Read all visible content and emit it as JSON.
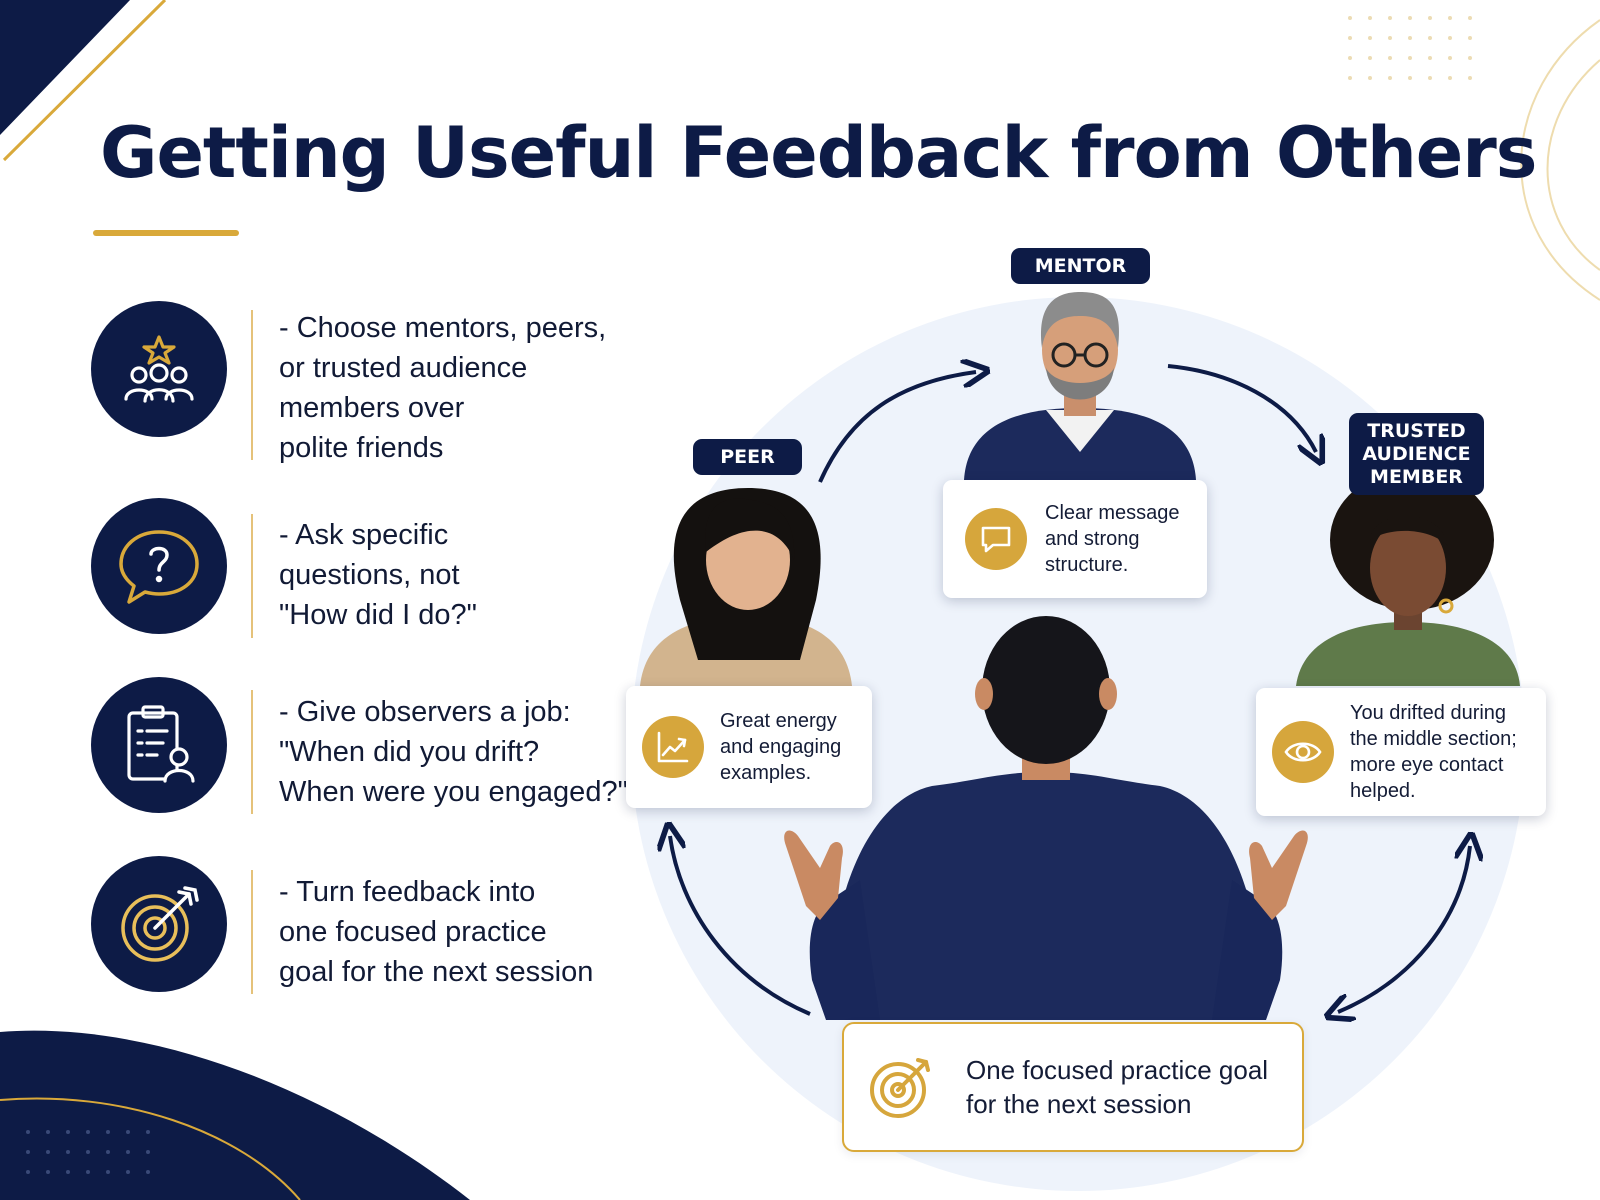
{
  "title": "Getting Useful Feedback from Others",
  "colors": {
    "navy": "#0d1b46",
    "gold": "#d9a93a",
    "circle_bg": "#eef3fb",
    "white": "#ffffff"
  },
  "tips": [
    {
      "icon": "group-star-icon",
      "text": "- Choose mentors, peers,\n  or trusted audience\n  members over\n  polite friends"
    },
    {
      "icon": "question-bubble-icon",
      "text": "- Ask specific\n  questions, not\n  \"How did I do?\""
    },
    {
      "icon": "clipboard-person-icon",
      "text": "- Give observers a job:\n  \"When did you drift?\n  When were you engaged?\""
    },
    {
      "icon": "target-arrow-icon",
      "text": "- Turn feedback into\n  one focused practice\n  goal for the next session"
    }
  ],
  "diagram": {
    "roles": {
      "mentor": "MENTOR",
      "peer": "PEER",
      "audience": "TRUSTED\nAUDIENCE\nMEMBER"
    },
    "feedback": {
      "mentor": {
        "icon": "speech-bubble-icon",
        "text": "Clear message\nand strong\nstructure."
      },
      "peer": {
        "icon": "trend-chart-icon",
        "text": "Great energy\nand engaging\nexamples."
      },
      "audience": {
        "icon": "eye-icon",
        "text": "You drifted during\nthe middle section;\nmore eye contact\nhelped."
      }
    },
    "goal": {
      "icon": "target-arrow-icon",
      "text": "One focused practice goal\nfor the next session"
    }
  }
}
